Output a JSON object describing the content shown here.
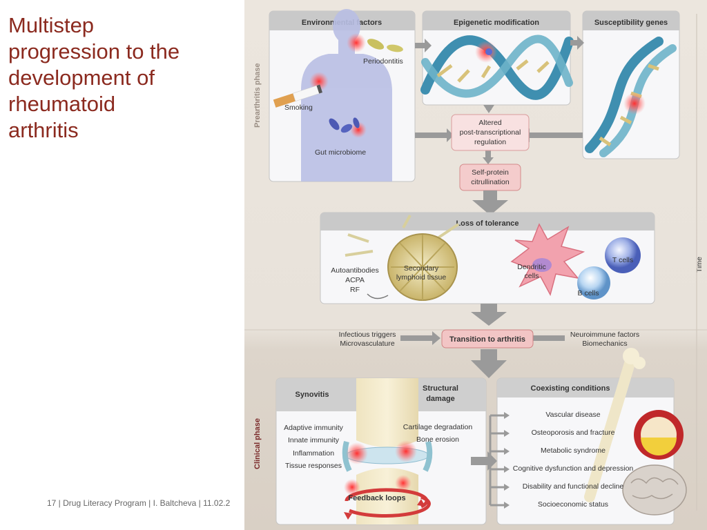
{
  "slide": {
    "title_lines": [
      "Multistep",
      "progression  to the",
      "development  of",
      "rheumatoid",
      "arthritis"
    ],
    "footer": "17  |  Drug Literacy Program  |  I. Baltcheva  |  11.02.2"
  },
  "figure": {
    "phases": {
      "prearthritis": "Prearthritis phase",
      "clinical": "Clinical phase",
      "time": "Time"
    },
    "environmental": {
      "title": "Environmental factors",
      "periodontitis": "Periodontitis",
      "smoking": "Smoking",
      "gut_microbiome": "Gut microbiome"
    },
    "epigenetic": {
      "title": "Epigenetic modification"
    },
    "susceptibility": {
      "title": "Susceptibility genes"
    },
    "altered": {
      "lines": [
        "Altered",
        "post-transcriptional",
        "regulation"
      ]
    },
    "self_protein": {
      "lines": [
        "Self-protein",
        "citrullination"
      ]
    },
    "loss_of_tolerance": {
      "title": "Loss of tolerance",
      "autoantibodies": [
        "Autoantibodies",
        "ACPA",
        "RF"
      ],
      "secondary": [
        "Secondary",
        "lymphoid tissue"
      ],
      "dendritic": [
        "Dendritic",
        "cells"
      ],
      "t_cells": "T cells",
      "b_cells": "B cells"
    },
    "transition": {
      "title": "Transition to arthritis",
      "left": [
        "Infectious triggers",
        "Microvasculature"
      ],
      "right": [
        "Neuroimmune factors",
        "Biomechanics"
      ]
    },
    "synovitis": {
      "title": "Synovitis",
      "items": [
        "Adaptive immunity",
        "Innate immunity",
        "Inflammation",
        "Tissue responses"
      ]
    },
    "structural": {
      "title": [
        "Structural",
        "damage"
      ],
      "items": [
        "Cartilage degradation",
        "Bone erosion"
      ]
    },
    "feedback": "Feedback loops",
    "coexisting": {
      "title": "Coexisting conditions",
      "items": [
        "Vascular disease",
        "Osteoporosis and fracture",
        "Metabolic syndrome",
        "Cognitive dysfunction and depression",
        "Disability and functional decline",
        "Socioeconomic status"
      ]
    }
  },
  "colors": {
    "title_red": "#8b2a1f",
    "panel_header": "#c8c8c8",
    "pink_box": "#f6d3d3",
    "pink_box_dark": "#eab0b0",
    "arrow_gray": "#9a9a9a"
  }
}
